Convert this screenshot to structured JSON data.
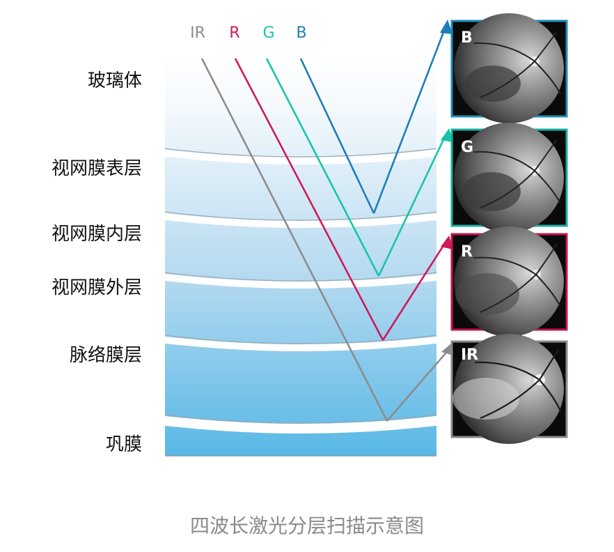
{
  "layers": [
    {
      "key": "vitreous",
      "label": "玻璃体"
    },
    {
      "key": "retina_surface",
      "label": "视网膜表层"
    },
    {
      "key": "retina_inner",
      "label": "视网膜内层"
    },
    {
      "key": "retina_outer",
      "label": "视网膜外层"
    },
    {
      "key": "choroid",
      "label": "脉络膜层"
    },
    {
      "key": "sclera",
      "label": "巩膜"
    }
  ],
  "beams": [
    {
      "key": "ir",
      "label": "IR",
      "color": "#8c8c8c",
      "reflect_layer": "choroid"
    },
    {
      "key": "r",
      "label": "R",
      "color": "#d0185a",
      "reflect_layer": "retina_outer"
    },
    {
      "key": "g",
      "label": "G",
      "color": "#18c4a8",
      "reflect_layer": "retina_inner"
    },
    {
      "key": "b",
      "label": "B",
      "color": "#1e7db6",
      "reflect_layer": "retina_surface"
    }
  ],
  "panels": [
    {
      "key": "b",
      "label": "B",
      "border_color": "#1e8fb8"
    },
    {
      "key": "g",
      "label": "G",
      "border_color": "#18b2a0"
    },
    {
      "key": "r",
      "label": "R",
      "border_color": "#c8144e"
    },
    {
      "key": "ir",
      "label": "IR",
      "border_color": "#8a8a8a"
    }
  ],
  "caption": "四波长激光分层扫描示意图"
}
